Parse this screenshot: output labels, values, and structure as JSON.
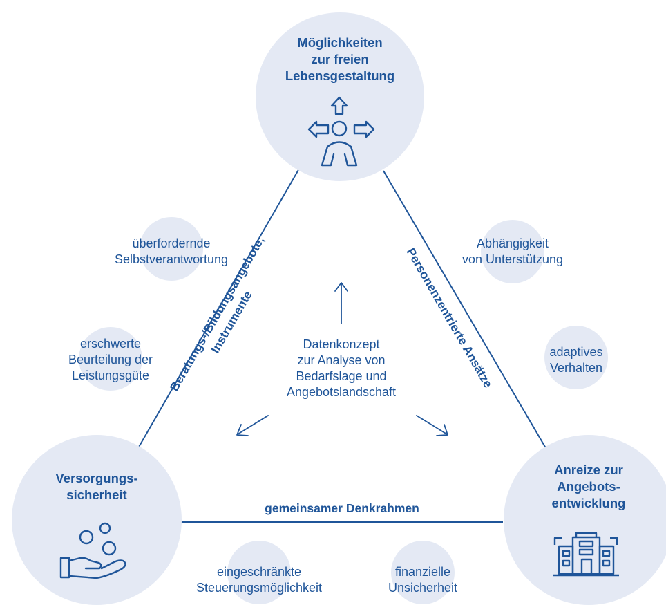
{
  "nodes": {
    "top": {
      "lines": [
        "Möglichkeiten",
        "zur freien",
        "Lebensgestaltung"
      ],
      "icon": "person-options-icon"
    },
    "left": {
      "lines": [
        "Versorgungs-",
        "sicherheit"
      ],
      "icon": "hand-coins-icon"
    },
    "right": {
      "lines": [
        "Anreize zur",
        "Angebots-",
        "entwicklung"
      ],
      "icon": "building-icon"
    }
  },
  "edges": {
    "left": {
      "lines": [
        "Beratungs-/Bildungsangebote,",
        "Instrumente"
      ]
    },
    "right": {
      "lines": [
        "Personenzentrierte Ansätze"
      ]
    },
    "bottom": {
      "label": "gemeinsamer Denkrahmen"
    }
  },
  "center": {
    "lines": [
      "Datenkonzept",
      "zur Analyse von",
      "Bedarfslage und",
      "Angebotslandschaft"
    ]
  },
  "issues": {
    "selbstverantwortung": [
      "überfordernde",
      "Selbstverantwortung"
    ],
    "leistungsguete": [
      "erschwerte",
      "Beurteilung der",
      "Leistungsgüte"
    ],
    "abhaengigkeit": [
      "Abhängigkeit",
      "von Unterstützung"
    ],
    "adaptiv": [
      "adaptives",
      "Verhalten"
    ],
    "steuerung": [
      "eingeschränkte",
      "Steuerungsmöglichkeit"
    ],
    "finanziell": [
      "finanzielle",
      "Unsicherheit"
    ]
  },
  "colors": {
    "circle_fill": "#e4e9f4",
    "primary": "#1f5599",
    "line": "#1f5599"
  }
}
